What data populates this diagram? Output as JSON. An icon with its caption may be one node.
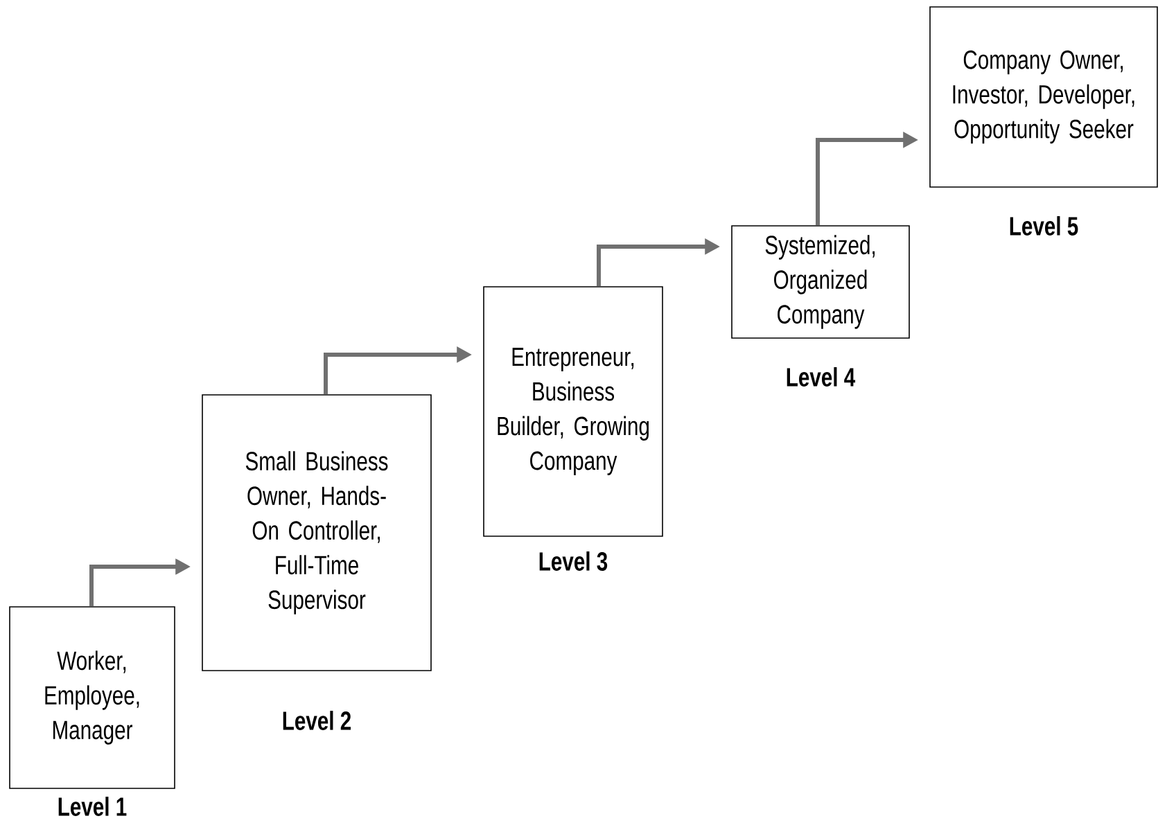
{
  "diagram": {
    "nodes": [
      {
        "text": [
          "Worker, Employee, Manager"
        ],
        "beside": [
          "Level 1"
        ]
      },
      {
        "text": [
          "Small Business Owner, Hands-On Controller, Full-Time Supervisor"
        ],
        "beside": [
          "Level 2"
        ]
      },
      {
        "text": [
          "Entrepreneur, Business Builder, Growing Company"
        ],
        "beside": [
          "Level 3"
        ]
      },
      {
        "text": [
          "Systemized, Organized Company"
        ],
        "beside": [
          "Level 4"
        ]
      },
      {
        "text": [
          "Company Owner, Investor, Developer, Opportunity Seeker"
        ],
        "beside": [
          "Level 5"
        ]
      }
    ],
    "edges": [
      {
        "from": 0,
        "to": 1,
        "arrow": "to"
      },
      {
        "from": 1,
        "to": 2,
        "arrow": "to"
      },
      {
        "from": 2,
        "to": 3,
        "arrow": "to"
      },
      {
        "from": 3,
        "to": 4,
        "arrow": "to"
      }
    ]
  }
}
